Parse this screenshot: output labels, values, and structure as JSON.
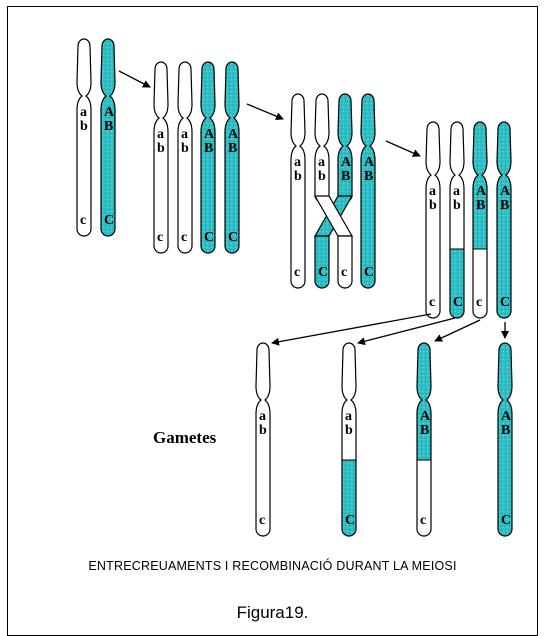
{
  "colors": {
    "teal": "#2fbfc4",
    "outline": "#000000",
    "background": "#ffffff"
  },
  "gametes_label": "Gametes",
  "caption": "ENTRECREUAMENTS I RECOMBINACIÓ DURANT LA MEIOSI",
  "figure_label": "Figura19.",
  "gene_labels": {
    "white": [
      "a",
      "b",
      "c"
    ],
    "teal": [
      "A",
      "B",
      "C"
    ]
  },
  "stages": [
    {
      "name": "homologous-pair",
      "chromatids": [
        "white",
        "teal"
      ]
    },
    {
      "name": "duplicated-chromosomes",
      "chromatids": [
        "white",
        "white",
        "teal",
        "teal"
      ]
    },
    {
      "name": "crossing-over",
      "chromatids": [
        "white",
        "white",
        "teal",
        "teal"
      ]
    },
    {
      "name": "recombinant-chromatids",
      "chromatids": [
        "white",
        "white/teal",
        "teal/white",
        "teal"
      ]
    }
  ],
  "gametes": [
    "white",
    "white/teal",
    "teal/white",
    "teal"
  ]
}
